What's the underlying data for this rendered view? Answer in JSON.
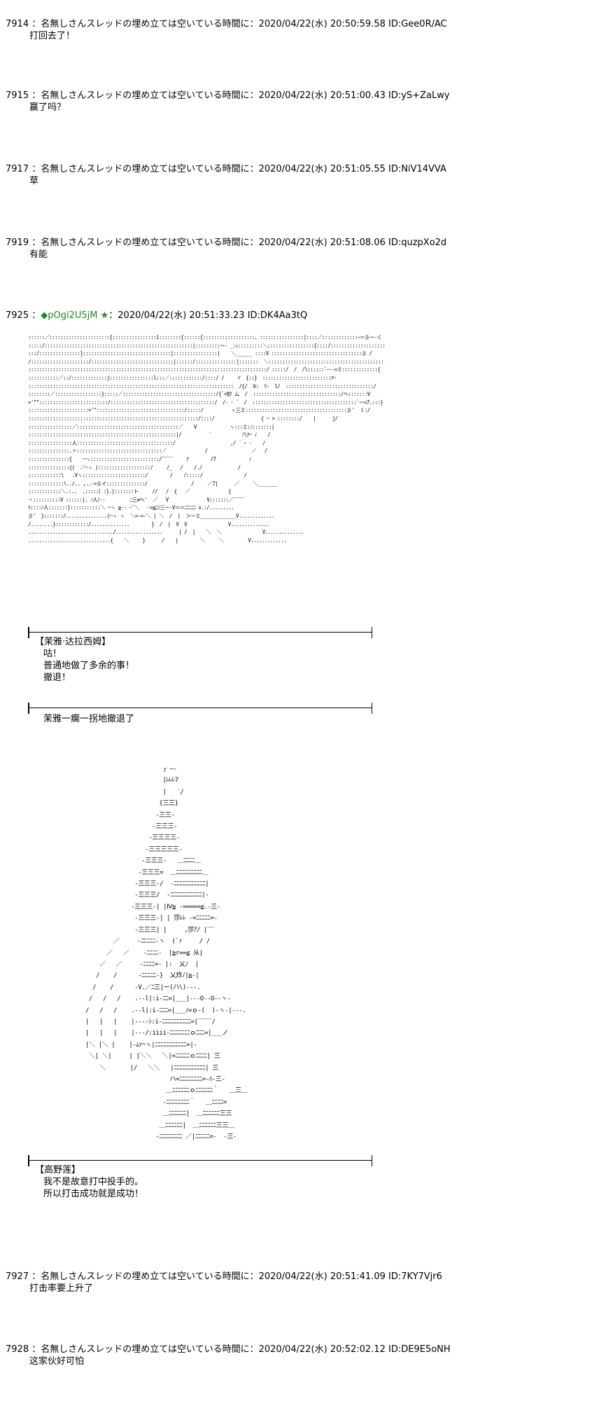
{
  "posts_top": [
    {
      "num": "7914",
      "sep": " ：",
      "name": "名無しさんスレッドの埋め立ては空いている時間に",
      "colon": "：",
      "date": "2020/04/22(水) 20:50:59.58",
      "id": "ID:Gee0R/AC",
      "body": "打回去了！"
    },
    {
      "num": "7915",
      "sep": " ：",
      "name": "名無しさんスレッドの埋め立ては空いている時間に",
      "colon": "：",
      "date": "2020/04/22(水) 20:51:00.43",
      "id": "ID:yS+ZaLwy",
      "body": "赢了吗？"
    },
    {
      "num": "7917",
      "sep": " ：",
      "name": "名無しさんスレッドの埋め立ては空いている時間に",
      "colon": "：",
      "date": "2020/04/22(水) 20:51:05.55",
      "id": "ID:NiV14VVA",
      "body": "草"
    },
    {
      "num": "7919",
      "sep": " ：",
      "name": "名無しさんスレッドの埋め立ては空いている時間に",
      "colon": "：",
      "date": "2020/04/22(水) 20:51:08.06",
      "id": "ID:quzpXo2d",
      "body": "有能"
    }
  ],
  "op_post": {
    "num": "7925",
    "sep": " ：",
    "trip": "◆pOgi2U5jM ★",
    "colon": "：",
    "date": "2020/04/22(水) 20:51:33.23",
    "id": "ID:DK4Aa3tQ"
  },
  "art1": "::::::／::::::::::::::::::::::{::::::::::::::::i::::::::{::::::{::::::::;::::::::::、::::::::::::::::|::::／:::::::::::::ｰ＝彡ー‐く\n:::::/::::::::::::::::::::::::::::::::::::::::::::::::::::::|:::::::::ー‐ _:ｨ:::::::::＼:::::::::::::::::{::::/:::::::::::::::::::::::::::::ﾉ\n:::/:::::::::::::::}::::::::::::::::::::::::::::::::|::::::::::::::::|    ＼______ ::::V :::::::::::::::::::::::::::::::::彡 /\n/:::::::::::::::::::::/::::::::::::::::::::::::::::::|::::::/:::::::::::::::|:::::::  ＼::::::::::::::::::::::::::::::::::::::::::::::: ／\n:::::::::::::::::::::::::::::::::::::::::::::::::::::::::::::::::::::::::::::::::::::::/ :::::/  /  /\\::::::`ｰ--=ミ:::::::::::::{\n:::::::::::／::/:::::::::::::j::::::::::::::::l:::／::::::::::::/::::/ /     r  {::}  :::::::::::::::::::::::::ｱ⌒\n:::::::::::::::::::::::::::::::::::::::::::::::::::::::::::::::::::::::::::  /{/  Ⅹ:  ﾘ-  l/  ::::::::::::::::::::::::::::::::/\n::::::::／:::::::::::::::::}:::::／::::::::::::::::::::::::::::::::::/{`<妙 ム  /  ::::::::::::::::::::::::::::::::/ヘ:::::::V\n>'\"\":::::::::::::::::::::::::/::::::::::::::::::::::::::::::::::::::/  /- ･ ´  /  ::::::::::::::::::::::::::::::::::::::`ー=7.:::}\n::::::::::::::::::::::>'\"::::::::::::::::::::::::::::::::/:::::/          ヽ三ミ:::::::::::::::::::::::::::::::::::::彡'  ｌ:/\n::::::::::::::::::::::::::::::::::::::::::::::::::::::::::::::/::::/                 { ⌒ > ::::::::/    |      j/\n::::::::::::::::／:::::::::::::::::::::::::::::::::::::／    V            ヽ:::ミ:ﾉ:::::::|\n::::::::::::::::::::::::::::::::::::::::::::::::::::::|/          ′           ﾉ\\ｱ⌒ ﾉ    /\n::::::::::::::::人:::::::::::::::::::::::::::::::::::/                    ,/ ´ ｰ -    /\n:::::::::::::::.〃:::::::::::::::::::::::::::::::／              /                ／   /\n:::::::::::::::{    ⌒ヽ:::::::::::::::::::::::::/‾‾‾‾     ｱ        /7            ﾉ\n:::::::::::::::{(  ／⌒ヽ ):::::::::::::::::::/     /_   /    /./             /\n::::::::::::\\   .Vヽ:::::::::::::::::::::::/        /    /:::::/               /\n:::::::::::::\\../.. ,..-=彡イ::::::::::::::/                /     ／7|      ／     ＼_______\n::::::::::::＼.:..  .:::::｝:}.|:::::::ト     //   /  {   ／              {   \n丶::::::::::V ::::::|. ﾉ人ﾐ--         ﾆ三≠ヘ'  ／   V              V:::::::／‾‾‾‾\nﾘ::::ﾉ人:::::::}:::::::::::＼ ⌒ヽ ≧-- ｰ'＼   -=≦ﾆﾐ三ー‐V＝＝ﾆﾆﾆﾆﾆ ∨.:/.........\n彡'  }:::::::/...............(⌒ヽ ヽ  ＼=-=‐＼ | ＼  /  |  ＞ーミ_____________V.............\n/........}::::::::::::/..............        }  /  |  V  V               V..............\n.............................../.................      | /  |    ＼  ＼               V..............\n..............................{    ＼     }      /    |        ＼     ＼         V.............",
  "caption1": {
    "speaker": "【茉雅·达拉西姆】",
    "lines": [
      "咕！",
      "普通地做了多余的事！",
      "撤退！"
    ]
  },
  "narration": "茉雅一瘸一拐地撤退了",
  "art2": "                        ┌ ―-\n                        |ﾚﾚﾚ7\n                        |   ′/\n                       {三三}\n                      -三三-\n                     -三三三-\n                    -三三三三-\n                   -三三三三三-\n                  -三三三-   ＿ﾆﾆﾆﾆ＿\n                 -三三三=  ＿ﾆﾆﾆﾆﾆﾆﾆﾆﾆ＿\n                -三三三-/  -ﾆﾆﾆﾆﾆﾆﾆﾆﾆﾆﾆ|\n                -三三三/  -ﾆﾆﾆﾆﾆﾆﾆﾆﾆﾆﾆ|-\n               -三三三-| |Ⅳ≧ -=====≦.-三-\n                -三三三-| | 莎ﾚﾚ -=ﾆﾆﾆﾆﾆ=-\n                -三三三| |     ,莎ｱ/ |‾‾\n          ／     -ニﾆﾆﾆ-ヽ  (`ｧ     / /\n        ／   ／    -ﾆﾆﾆﾆ-  |≧r==≦ 从|\n      ／   ／     -ﾆﾆﾆﾆ=- |:  乂ﾉ  |\n     /    /      -ﾆﾆﾆﾆﾆ-}  乂炸ﾉ|≧-|\n    /    /      -V.／ﾆ三|ー(ハ\\)---.\n   /   /   /    .--l|:i-ﾆﾆ=|___|---O--O--ヽ-\n  /   /   /    .--l|:i-ﾆﾆﾆ=|___ﾉ=ｏ-(  )-ヽ-|---.\n  |   |   |    |----ｼ:i-ﾆﾆﾆﾆﾆﾆﾆﾆﾆﾆ=|‾‾‾‾/\n  |   |   |    |---/:iiii-ﾆﾆﾆﾆﾆﾆﾆｏﾆﾆﾆ=|___ノ\n  |＼ |＼ |    |-ﾑｧ⌒ヽ|ﾆﾆﾆﾆﾆﾆﾆﾆﾆﾆﾆ=|-\n   ＼| ＼|     | |＼＼   ＼|=ﾆﾆﾆﾆﾆｏﾆﾆﾆﾆ| 三\n      ＼       |/   ＼＼   |ﾆﾆﾆﾆﾆﾆﾆﾆﾆﾆﾆ| 三\n                          ハ=ﾆﾆﾆﾆﾆﾆﾆﾆ=-ﾊ-三-\n                         ＿ﾆﾆﾆﾆﾆﾆｏﾆﾆﾆﾆﾆﾆ｀   ＿三＿\n                        -ﾆﾆﾆﾆﾆﾆﾆﾆ｀   ＿ﾆﾆﾆﾆ=\n                        ＿ﾆﾆﾆﾆﾆﾆ|  ＿ﾆﾆﾆﾆﾆﾆ三三\n                       ＿ﾆﾆﾆﾆﾆﾆ|  ＿ﾆﾆﾆﾆﾆﾆ三三＿\n                      -ﾆﾆﾆﾆﾆﾆﾆﾆ ／|ﾆﾆﾆﾆﾆ=‐  ‐三-",
  "caption2": {
    "speaker": "【高野莲】",
    "lines": [
      "我不是故意打中投手的。",
      "所以打击成功就是成功！"
    ]
  },
  "posts_bottom": [
    {
      "num": "7927",
      "sep": " ：",
      "name": "名無しさんスレッドの埋め立ては空いている時間に",
      "colon": "：",
      "date": "2020/04/22(水) 20:51:41.09",
      "id": "ID:7KY7Vjr6",
      "body": "打击率要上升了"
    },
    {
      "num": "7928",
      "sep": " ：",
      "name": "名無しさんスレッドの埋め立ては空いている時間に",
      "colon": "：",
      "date": "2020/04/22(水) 20:52:02.12",
      "id": "ID:DE9E5oNH",
      "body": "这家伙好可怕"
    }
  ]
}
